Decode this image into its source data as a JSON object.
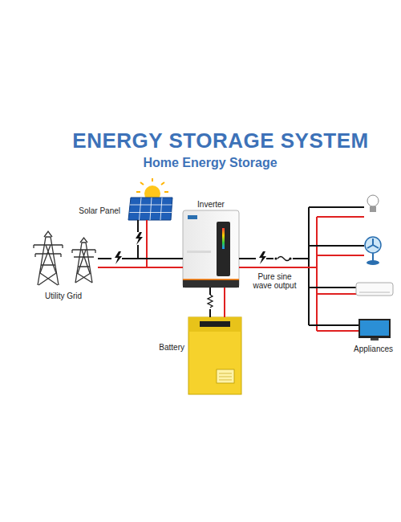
{
  "diagram": {
    "title": "ENERGY STORAGE SYSTEM",
    "nodes": [
      {
        "text": [
          "Solar Panel"
        ]
      },
      {
        "text": [
          "Inverter"
        ]
      },
      {
        "text": [
          "Utility Grid"
        ]
      },
      {
        "text": [
          "Battery"
        ]
      },
      {
        "text": [
          "Appliances"
        ]
      }
    ],
    "edges": [
      {
        "from": 0,
        "to": 1,
        "arrow": "none"
      },
      {
        "from": 2,
        "to": 1,
        "arrow": "none"
      },
      {
        "from": 1,
        "to": 4,
        "label": "Pure sine wave output",
        "arrow": "none"
      },
      {
        "from": 1,
        "to": 3,
        "arrow": "none"
      }
    ],
    "labels": [
      "Home Energy Storage"
    ]
  }
}
